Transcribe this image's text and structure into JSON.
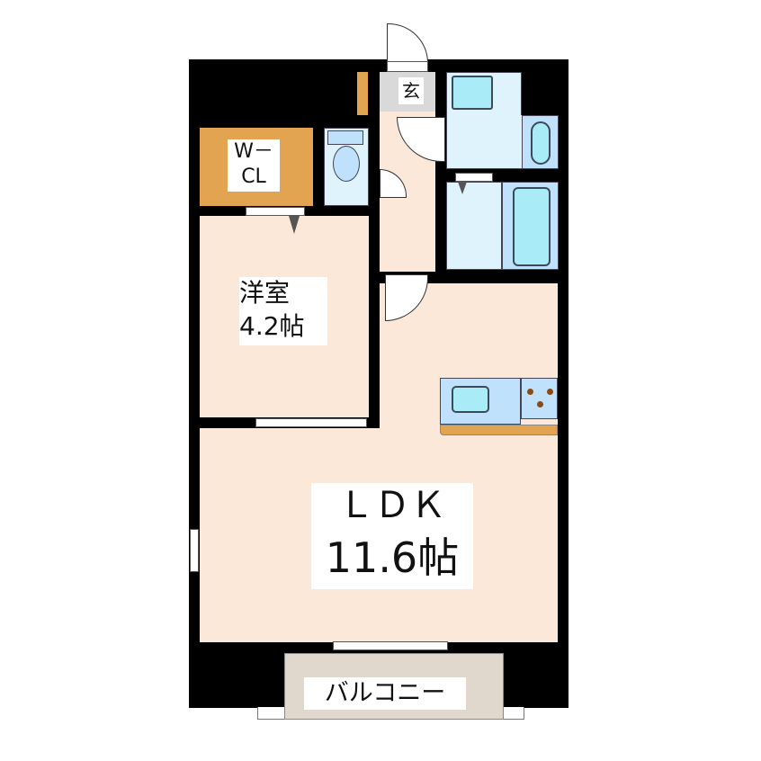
{
  "floorplan": {
    "rooms": {
      "wcl": {
        "line1": "W－",
        "line2": "CL"
      },
      "genkan": {
        "label": "玄"
      },
      "western": {
        "line1": "洋室",
        "line2": "4.2帖"
      },
      "ldk": {
        "line1": "ＬＤＫ",
        "line2": "11.6帖"
      },
      "balcony": {
        "label": "バルコニー"
      }
    },
    "colors": {
      "wall": "#000000",
      "floor": "#fbe8d8",
      "closet": "#e3a451",
      "wet_area": "#dff3fc",
      "fixture": "#bfe1fb",
      "balcony": "#e0d8cc",
      "genkan": "#d9d9d9"
    }
  }
}
